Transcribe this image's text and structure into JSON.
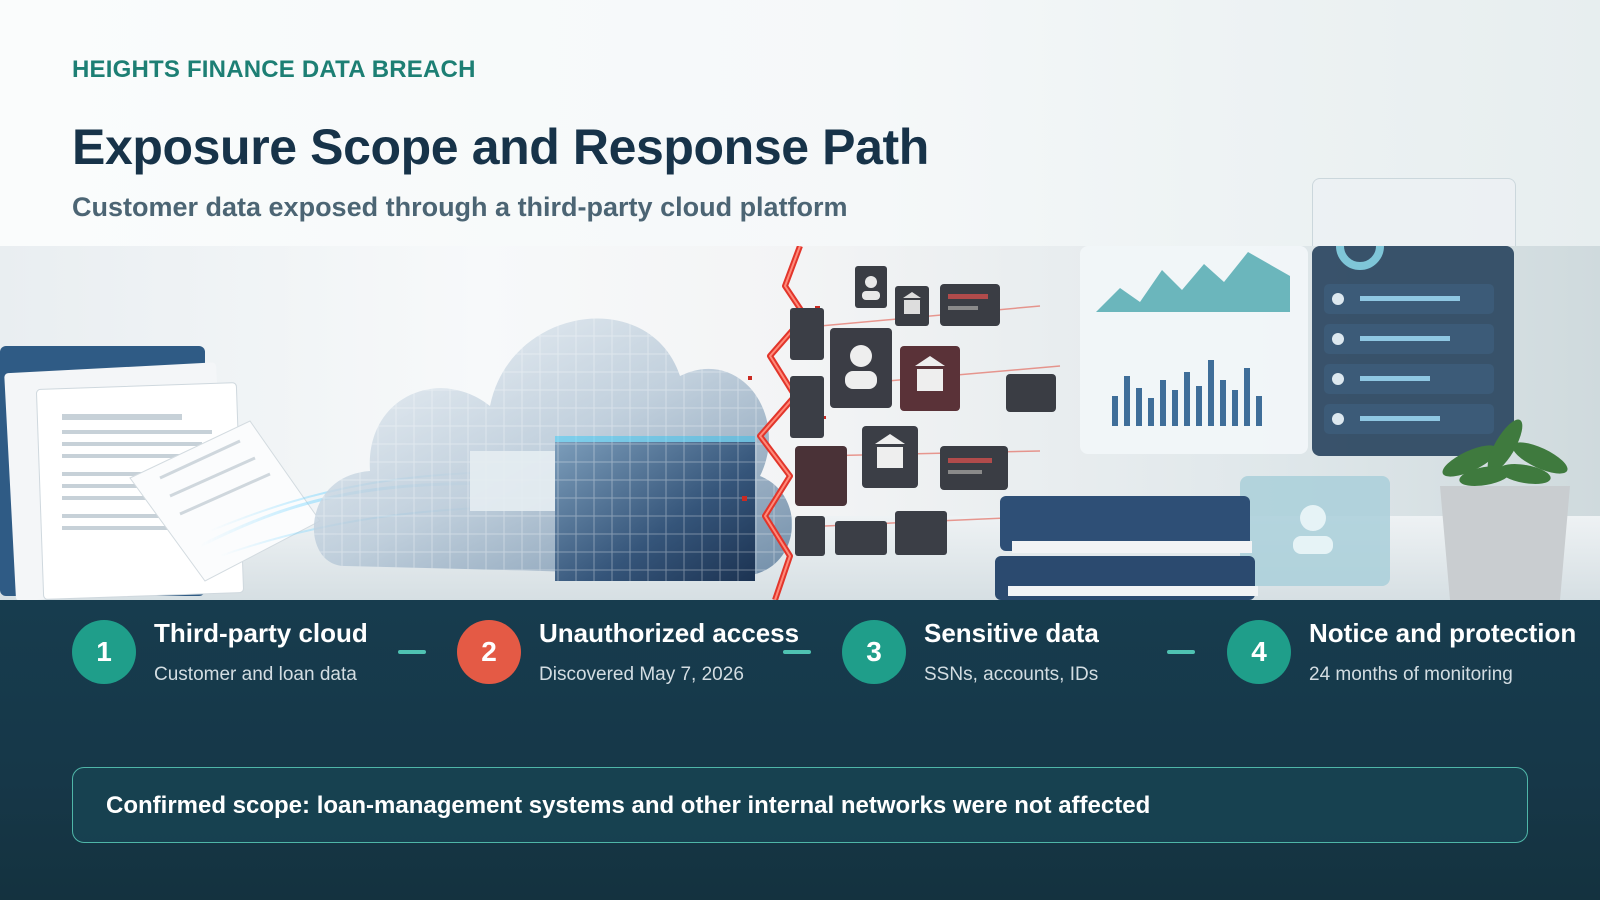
{
  "header": {
    "eyebrow": "HEIGHTS FINANCE DATA BREACH",
    "title": "Exposure Scope and Response Path",
    "subtitle": "Customer data exposed through a third-party cloud platform"
  },
  "steps": [
    {
      "number": "1",
      "title": "Third-party cloud",
      "description": "Customer and loan data",
      "badge_color": "#1f9e8a"
    },
    {
      "number": "2",
      "title": "Unauthorized access",
      "description": "Discovered May 7, 2026",
      "badge_color": "#e45a45"
    },
    {
      "number": "3",
      "title": "Sensitive data",
      "description": "SSNs, accounts, IDs",
      "badge_color": "#1f9e8a"
    },
    {
      "number": "4",
      "title": "Notice and protection",
      "description": "24 months of monitoring",
      "badge_color": "#1f9e8a"
    }
  ],
  "scope_note": "Confirmed scope: loan-management systems and other internal networks were not affected",
  "colors": {
    "accent": "#1d7f74",
    "title": "#173349",
    "band": "#16384a",
    "alert": "#e45a45",
    "connector": "#4fc2b2"
  },
  "illustration": {
    "icons": [
      "document-stack-icon",
      "cloud-icon",
      "person-card-icon",
      "bank-card-icon",
      "chart-panel-icon",
      "id-card-icon",
      "plant-icon"
    ]
  }
}
